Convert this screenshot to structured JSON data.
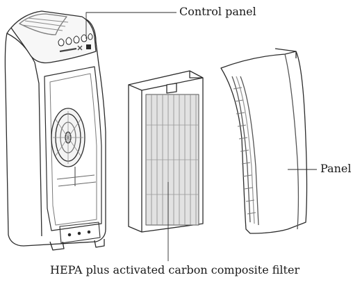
{
  "labels": {
    "control_panel": "Control panel",
    "panel": "Panel",
    "filter": "HEPA plus activated carbon composite filter"
  },
  "colors": {
    "line": "#2b2b2b",
    "light": "#9a9a9a",
    "shade": "#e9e9e9",
    "background": "#ffffff"
  }
}
